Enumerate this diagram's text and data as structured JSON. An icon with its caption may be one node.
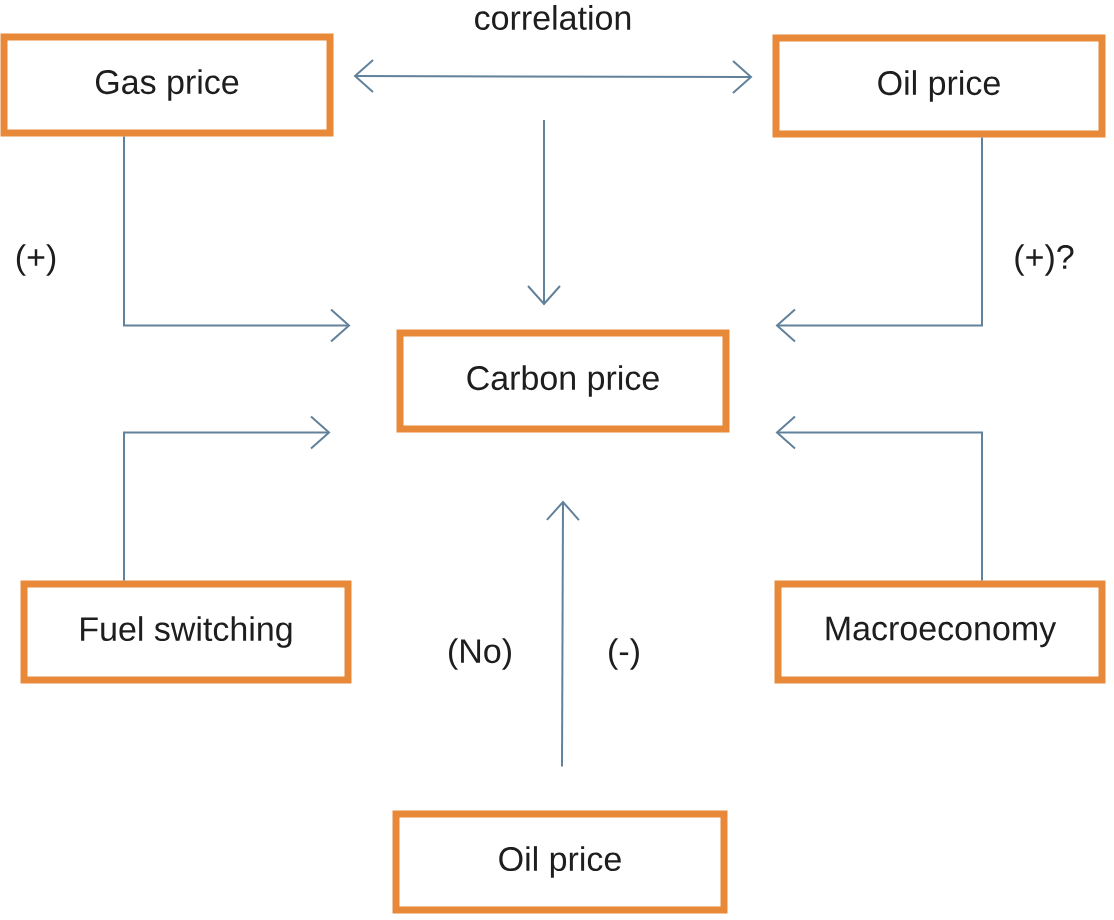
{
  "diagram": {
    "nodes": [
      {
        "text": [
          "Gas price"
        ]
      },
      {
        "text": [
          "Oil price"
        ]
      },
      {
        "text": [
          "Carbon price"
        ]
      },
      {
        "text": [
          "Fuel switching"
        ]
      },
      {
        "text": [
          "Macroeconomy"
        ]
      },
      {
        "text": [
          "Oil price"
        ]
      }
    ],
    "edges": [
      {
        "from": 0,
        "to": 1,
        "arrow": "both",
        "label": "correlation"
      },
      {
        "from": null,
        "to": 2,
        "arrow": "to"
      },
      {
        "from": 0,
        "to": 2,
        "arrow": "to"
      },
      {
        "from": 1,
        "to": 2,
        "arrow": "to"
      },
      {
        "from": 3,
        "to": 2,
        "arrow": "to"
      },
      {
        "from": 4,
        "to": 2,
        "arrow": "to"
      },
      {
        "from": 5,
        "to": 2,
        "arrow": "to"
      }
    ],
    "labels": [
      "(+)",
      "(+)?",
      "(No)",
      "(-)"
    ]
  }
}
